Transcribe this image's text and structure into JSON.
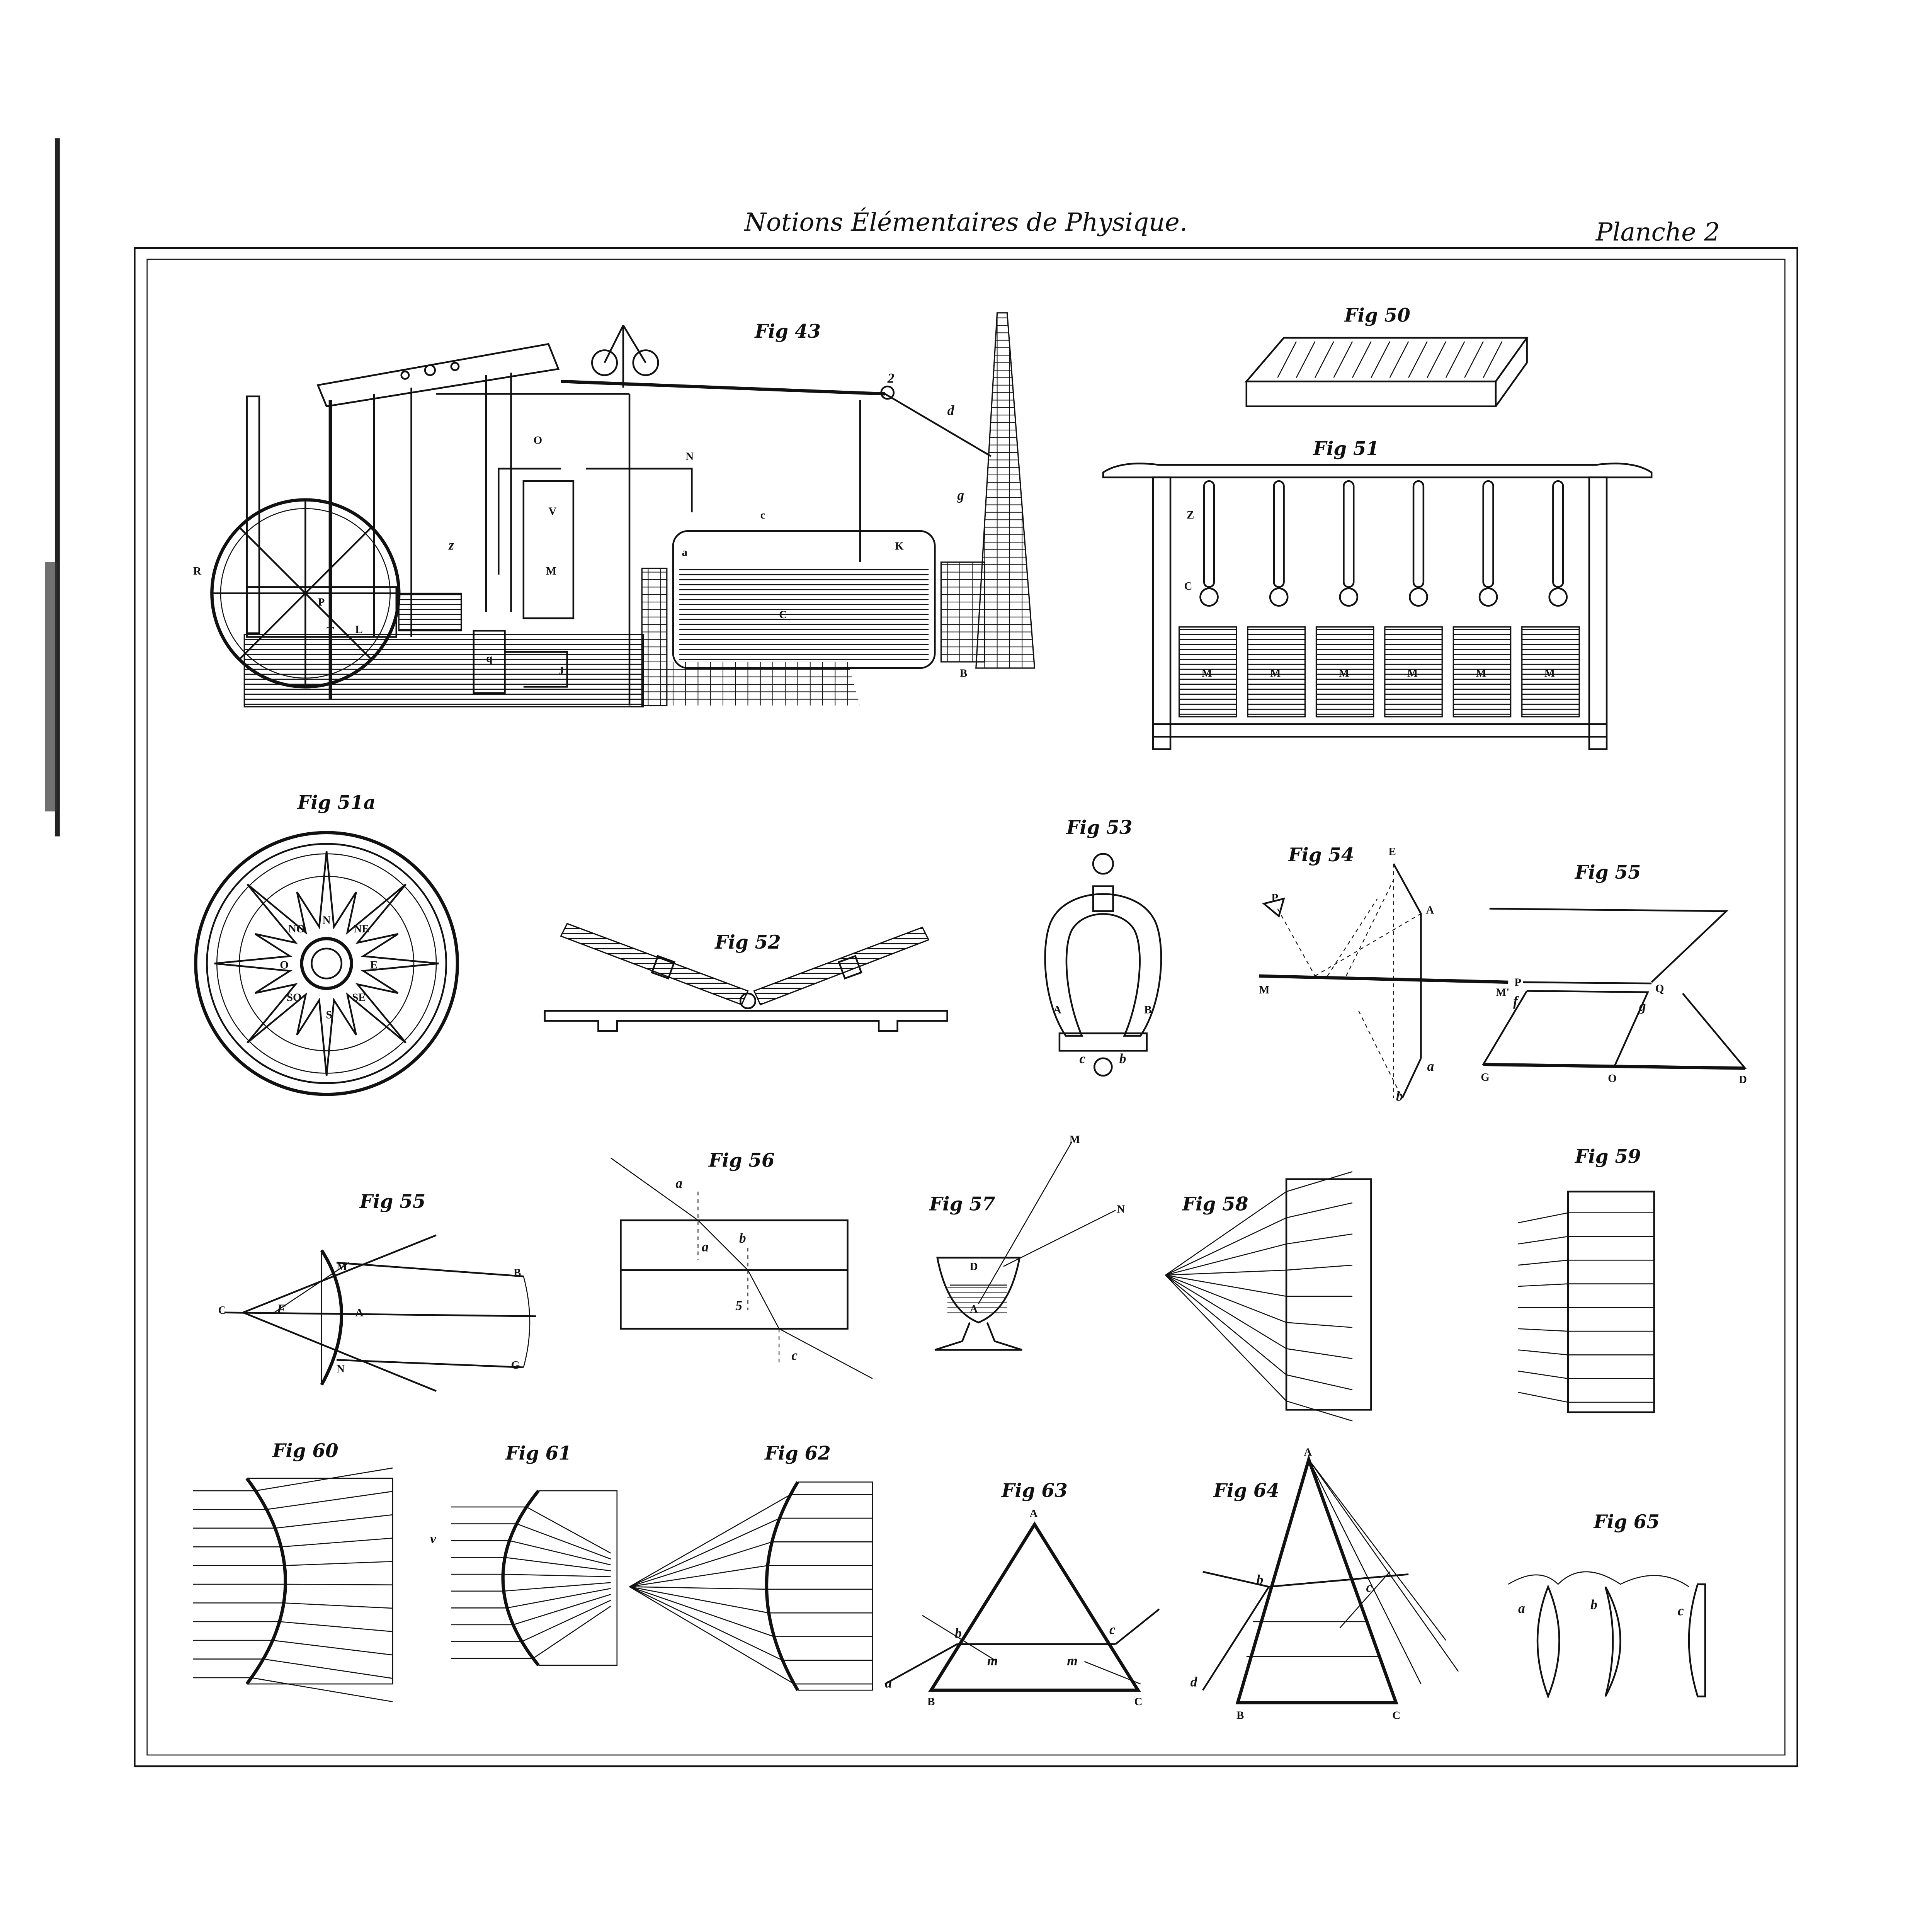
{
  "header": {
    "title": "Notions Élémentaires de Physique.",
    "plate": "Planche 2"
  },
  "figures": {
    "fig43": {
      "title": "Fig 43",
      "labels": [
        "R",
        "P",
        "T",
        "L",
        "O",
        "V",
        "M",
        "N",
        "c",
        "K",
        "C",
        "J",
        "B",
        "d",
        "g",
        "2",
        "a",
        "q",
        "z"
      ]
    },
    "fig50": {
      "title": "Fig 50"
    },
    "fig51": {
      "title": "Fig 51",
      "labels": [
        "Z",
        "C",
        "M",
        "M",
        "M",
        "M",
        "M",
        "M"
      ]
    },
    "fig51a": {
      "title": "Fig 51a",
      "labels": [
        "N",
        "NE",
        "E",
        "SE",
        "S",
        "SO",
        "O",
        "NO"
      ]
    },
    "fig52": {
      "title": "Fig 52"
    },
    "fig53": {
      "title": "Fig 53",
      "labels": [
        "A",
        "B",
        "c",
        "b"
      ]
    },
    "fig54": {
      "title": "Fig 54",
      "labels": [
        "E",
        "A",
        "P",
        "M",
        "M'",
        "a",
        "b"
      ]
    },
    "fig55a": {
      "title": "Fig 55",
      "labels": [
        "P",
        "Q",
        "f",
        "g",
        "G",
        "O",
        "D"
      ]
    },
    "fig55b": {
      "title": "Fig 55",
      "labels": [
        "C",
        "F",
        "M",
        "A",
        "B",
        "N",
        "G"
      ]
    },
    "fig56": {
      "title": "Fig 56",
      "labels": [
        "a",
        "a",
        "b",
        "5",
        "c"
      ]
    },
    "fig57": {
      "title": "Fig 57",
      "labels": [
        "M",
        "N",
        "D",
        "A"
      ]
    },
    "fig58": {
      "title": "Fig 58"
    },
    "fig59": {
      "title": "Fig 59"
    },
    "fig60": {
      "title": "Fig 60"
    },
    "fig61": {
      "title": "Fig 61",
      "labels": [
        "v"
      ]
    },
    "fig62": {
      "title": "Fig 62"
    },
    "fig63": {
      "title": "Fig 63",
      "labels": [
        "A",
        "B",
        "C",
        "b",
        "c",
        "m",
        "m",
        "a"
      ]
    },
    "fig64": {
      "title": "Fig 64",
      "labels": [
        "A",
        "b",
        "c",
        "d",
        "B",
        "C"
      ]
    },
    "fig65": {
      "title": "Fig 65",
      "labels": [
        "a",
        "b",
        "c"
      ]
    }
  }
}
